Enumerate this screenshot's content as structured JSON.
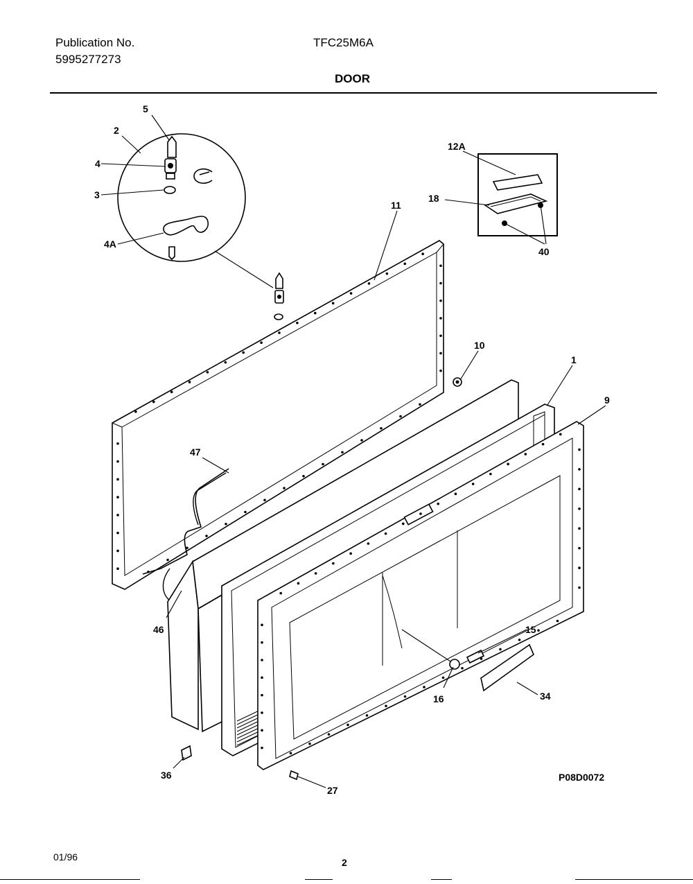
{
  "header": {
    "publication_label": "Publication No.",
    "publication_number": "5995277273",
    "model": "TFC25M6A",
    "section_title": "DOOR"
  },
  "diagram": {
    "drawing_code": "P08D0072",
    "callouts": {
      "c1": "1",
      "c2": "2",
      "c3": "3",
      "c4": "4",
      "c4a": "4A",
      "c5": "5",
      "c9": "9",
      "c10": "10",
      "c11": "11",
      "c12a": "12A",
      "c15": "15",
      "c16": "16",
      "c18": "18",
      "c27": "27",
      "c34": "34",
      "c36": "36",
      "c40": "40",
      "c46": "46",
      "c47": "47"
    }
  },
  "footer": {
    "date": "01/96",
    "page": "2"
  }
}
